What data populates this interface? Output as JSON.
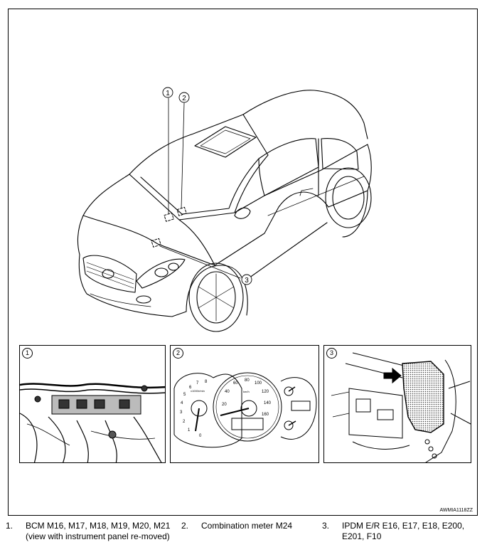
{
  "callouts": [
    "1",
    "2",
    "3"
  ],
  "figure_code": "AWMIA1118ZZ",
  "insets": [
    {
      "number": "1"
    },
    {
      "number": "2",
      "speedo_ticks": [
        "20",
        "40",
        "60",
        "80",
        "100",
        "120",
        "140",
        "160"
      ],
      "tacho_ticks": [
        "0",
        "1",
        "2",
        "3",
        "4",
        "5",
        "6",
        "7",
        "8"
      ],
      "tacho_unit": "x1000r/min",
      "speedo_unit": "km/h"
    },
    {
      "number": "3"
    }
  ],
  "legend": [
    {
      "num": "1.",
      "text": "BCM M16, M17, M18, M19, M20, M21 (view with instrument panel re-moved)"
    },
    {
      "num": "2.",
      "text": "Combination meter M24"
    },
    {
      "num": "3.",
      "text": "IPDM E/R E16, E17, E18, E200, E201, F10"
    }
  ]
}
